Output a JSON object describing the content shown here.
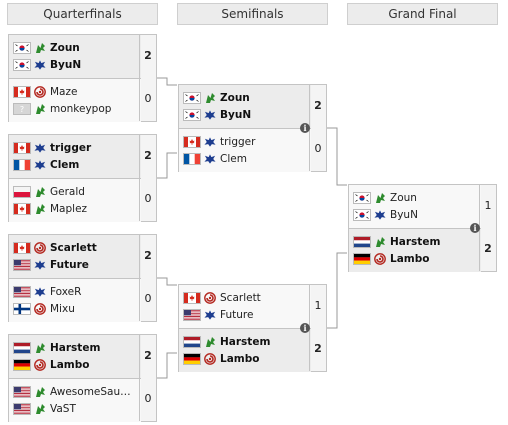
{
  "headers": {
    "r1": "Quarterfinals",
    "r2": "Semifinals",
    "r3": "Grand Final"
  },
  "matches": [
    {
      "p1": {
        "name": "Zoun",
        "flag": "kr",
        "race": "protoss"
      },
      "p2": {
        "name": "ByuN",
        "flag": "kr",
        "race": "terran"
      },
      "s": [
        "2",
        ""
      ],
      "w": 1
    },
    {
      "p1": {
        "name": "Maze",
        "flag": "ca",
        "race": "zerg"
      },
      "p2": {
        "name": "monkeypop",
        "flag": "unknown",
        "race": "protoss"
      },
      "s": [
        "0",
        ""
      ],
      "w": 0
    },
    {
      "p1": {
        "name": "trigger",
        "flag": "ca",
        "race": "terran"
      },
      "p2": {
        "name": "Clem",
        "flag": "fr",
        "race": "terran"
      },
      "s": [
        "2",
        ""
      ],
      "w": 1
    },
    {
      "p1": {
        "name": "Gerald",
        "flag": "pl",
        "race": "protoss"
      },
      "p2": {
        "name": "Maplez",
        "flag": "ca",
        "race": "protoss"
      },
      "s": [
        "0",
        ""
      ],
      "w": 0
    },
    {
      "p1": {
        "name": "Scarlett",
        "flag": "ca",
        "race": "zerg"
      },
      "p2": {
        "name": "Future",
        "flag": "us",
        "race": "terran"
      },
      "s": [
        "2",
        ""
      ],
      "w": 1
    },
    {
      "p1": {
        "name": "FoxeR",
        "flag": "us",
        "race": "terran"
      },
      "p2": {
        "name": "Mixu",
        "flag": "fi",
        "race": "zerg"
      },
      "s": [
        "0",
        ""
      ],
      "w": 0
    },
    {
      "p1": {
        "name": "Harstem",
        "flag": "nl",
        "race": "protoss"
      },
      "p2": {
        "name": "Lambo",
        "flag": "de",
        "race": "zerg"
      },
      "s": [
        "2",
        ""
      ],
      "w": 1
    },
    {
      "p1": {
        "name": "AwesomeSau…",
        "flag": "us",
        "race": "protoss"
      },
      "p2": {
        "name": "VaST",
        "flag": "us",
        "race": "protoss"
      },
      "s": [
        "0",
        ""
      ],
      "w": 0
    }
  ],
  "semis": [
    {
      "top": {
        "p1": {
          "name": "Zoun",
          "flag": "kr",
          "race": "protoss"
        },
        "p2": {
          "name": "ByuN",
          "flag": "kr",
          "race": "terran"
        },
        "score": "2",
        "win": true
      },
      "bot": {
        "p1": {
          "name": "trigger",
          "flag": "ca",
          "race": "terran"
        },
        "p2": {
          "name": "Clem",
          "flag": "fr",
          "race": "terran"
        },
        "score": "0",
        "win": false
      }
    },
    {
      "top": {
        "p1": {
          "name": "Scarlett",
          "flag": "ca",
          "race": "zerg"
        },
        "p2": {
          "name": "Future",
          "flag": "us",
          "race": "terran"
        },
        "score": "1",
        "win": false
      },
      "bot": {
        "p1": {
          "name": "Harstem",
          "flag": "nl",
          "race": "protoss"
        },
        "p2": {
          "name": "Lambo",
          "flag": "de",
          "race": "zerg"
        },
        "score": "2",
        "win": true
      }
    }
  ],
  "final": {
    "top": {
      "p1": {
        "name": "Zoun",
        "flag": "kr",
        "race": "protoss"
      },
      "p2": {
        "name": "ByuN",
        "flag": "kr",
        "race": "terran"
      },
      "score": "1",
      "win": false
    },
    "bot": {
      "p1": {
        "name": "Harstem",
        "flag": "nl",
        "race": "protoss"
      },
      "p2": {
        "name": "Lambo",
        "flag": "de",
        "race": "zerg"
      },
      "score": "2",
      "win": true
    }
  },
  "info_glyph": "i",
  "colors": {
    "terran": "#1d3d8f",
    "protoss": "#2e8b2e",
    "zerg": "#b3261e"
  }
}
